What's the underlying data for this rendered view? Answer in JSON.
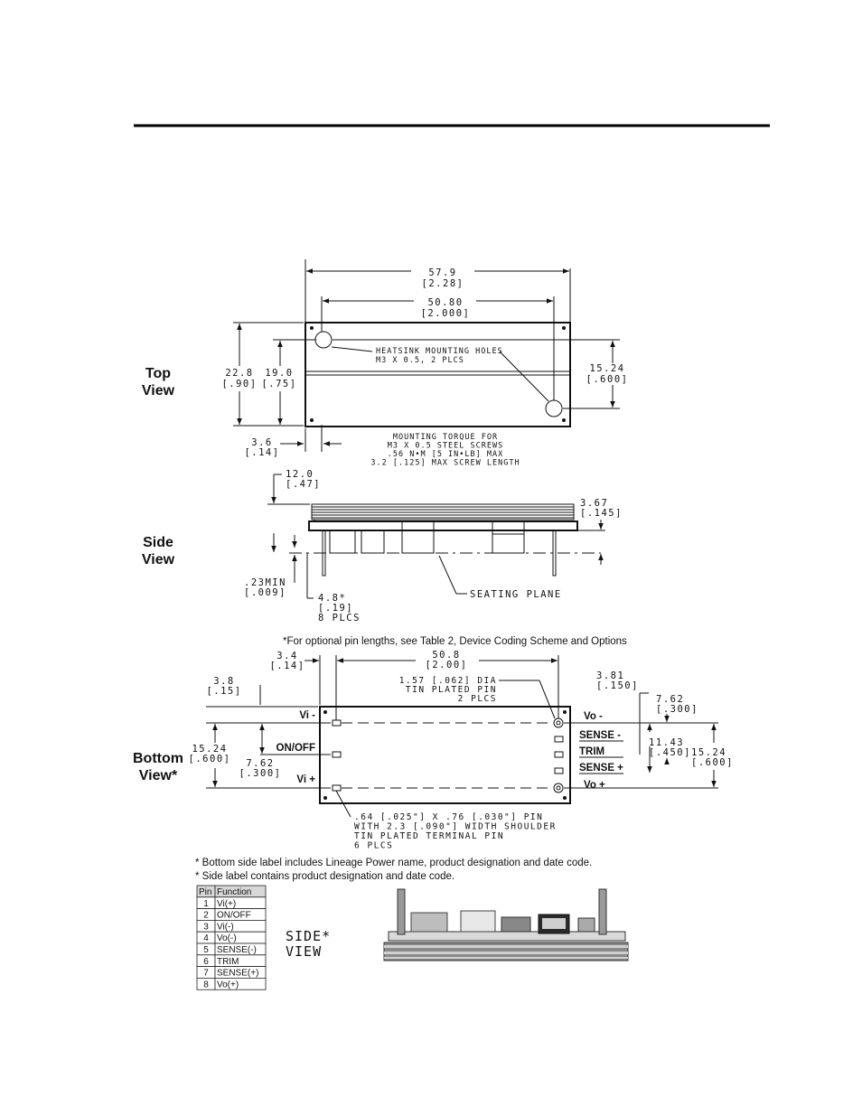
{
  "top_view": {
    "label": "Top\nView",
    "dim_width_overall": "57.9\n[2.28]",
    "dim_width_holes": "50.80\n[2.000]",
    "dim_height_overall": "22.8\n[.90]",
    "dim_height_inner": "19.0\n[.75]",
    "dim_hole_spacing": "15.24\n[.600]",
    "dim_edge_offset": "3.6\n[.14]",
    "note_holes": "HEATSINK MOUNTING HOLES\nM3 X 0.5, 2 PLCS",
    "note_torque": "MOUNTING TORQUE FOR\nM3 X 0.5 STEEL SCREWS\n.56 N•M [5 IN•LB] MAX\n3.2 [.125] MAX SCREW LENGTH"
  },
  "side_view": {
    "label": "Side\nView",
    "dim_height": "12.0\n[.47]",
    "dim_board": "3.67\n[.145]",
    "dim_standoff": ".23MIN\n[.009]",
    "dim_pin": "4.8*\n[.19]\n8 PLCS",
    "note_seating": "SEATING PLANE",
    "footnote": "*For optional pin lengths, see Table 2, Device Coding Scheme and Options"
  },
  "bottom_view": {
    "label": "Bottom\nView*",
    "dim_left_offset": "3.4\n[.14]",
    "dim_pin_span": "50.8\n[2.00]",
    "dim_top_offset": "3.8\n[.15]",
    "dim_height": "15.24\n[.600]",
    "dim_onoff": "7.62\n[.300]",
    "dim_right_a": "3.81\n[.150]",
    "dim_right_b": "7.62\n[.300]",
    "dim_right_c": "11.43\n[.450]",
    "dim_right_d": "15.24\n[.600]",
    "note_pin_large": "1.57 [.062] DIA\nTIN PLATED PIN\n2 PLCS",
    "note_pin_small": ".64 [.025\"] X .76 [.030\"] PIN\nWITH 2.3 [.090\"] WIDTH SHOULDER\nTIN PLATED TERMINAL PIN\n6 PLCS",
    "pins_left": [
      "Vi -",
      "ON/OFF",
      "Vi +"
    ],
    "pins_right": [
      "Vo -",
      "SENSE -",
      "TRIM",
      "SENSE +",
      "Vo +"
    ]
  },
  "notes": [
    "* Bottom side label includes Lineage Power name, product designation and date code.",
    "* Side label contains product designation and date code."
  ],
  "pin_table": {
    "headers": [
      "Pin",
      "Function"
    ],
    "rows": [
      [
        "1",
        "Vi(+)"
      ],
      [
        "2",
        "ON/OFF"
      ],
      [
        "3",
        "Vi(-)"
      ],
      [
        "4",
        "Vo(-)"
      ],
      [
        "5",
        "SENSE(-)"
      ],
      [
        "6",
        "TRIM"
      ],
      [
        "7",
        "SENSE(+)"
      ],
      [
        "8",
        "Vo(+)"
      ]
    ]
  },
  "side_view_photo_label": "SIDE*\nVIEW"
}
